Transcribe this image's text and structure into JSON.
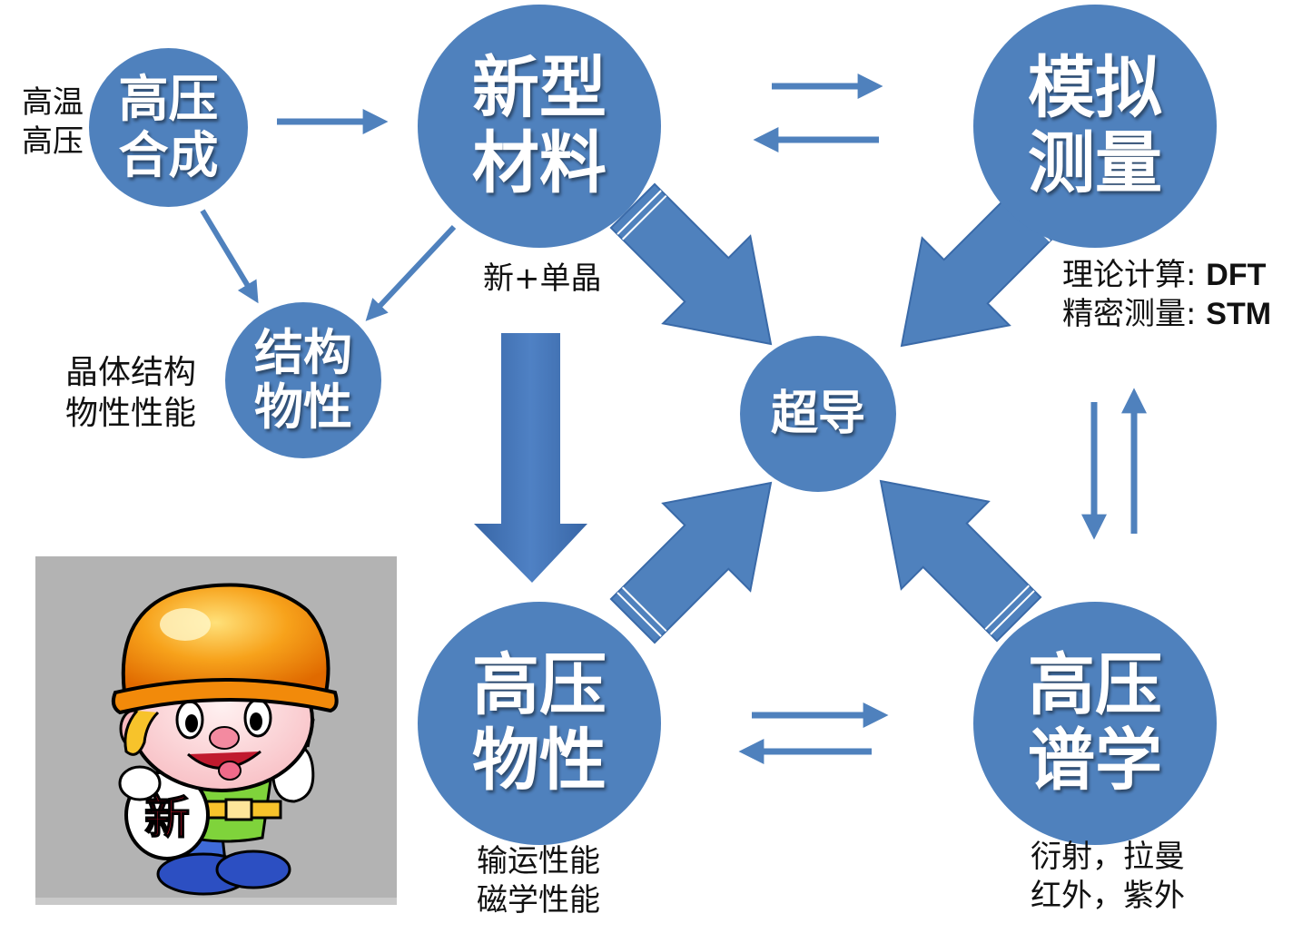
{
  "nodes": {
    "hp_synthesis": [
      "高压",
      "合成"
    ],
    "new_material": [
      "新型",
      "材料"
    ],
    "simulation": [
      "模拟",
      "测量"
    ],
    "structure": [
      "结构",
      "物性"
    ],
    "superconductivity": "超导",
    "hp_physics": [
      "高压",
      "物性"
    ],
    "hp_spectroscopy": [
      "高压",
      "谱学"
    ]
  },
  "labels": {
    "high_temp_pressure": [
      "高温",
      "高压"
    ],
    "new_single_crystal": "新+单晶",
    "theory_calc": {
      "text": "理论计算:",
      "method": "DFT"
    },
    "precise_measure": {
      "text": "精密测量:",
      "method": "STM"
    },
    "crystal_props": [
      "晶体结构",
      "物性性能"
    ],
    "transport_props": [
      "输运性能",
      "磁学性能"
    ],
    "spectro_methods": [
      "衍射，拉曼",
      "红外，紫外"
    ]
  },
  "mascot": {
    "badge_char": "新"
  },
  "colors": {
    "node_fill": "#4f81bd",
    "arrow_fill": "#4f81bd",
    "arrow_dark": "#3a6aa8",
    "mascot_bg": "#b3b3b3",
    "helmet": "#f7a21b"
  }
}
